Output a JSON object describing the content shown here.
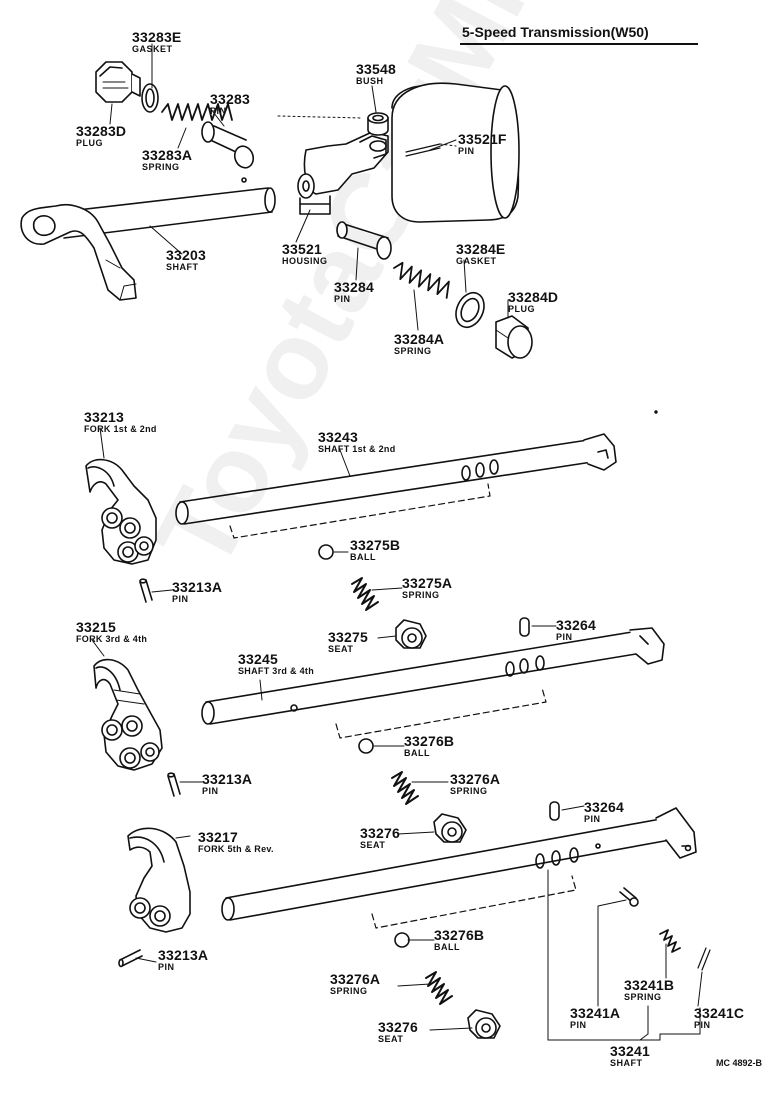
{
  "title": "5-Speed Transmission(W50)",
  "watermark": "ToyotaCarMine.ru",
  "footer_code": "MC 4892-B",
  "parts": [
    {
      "id": "p33283E",
      "number": "33283E",
      "name": "GASKET"
    },
    {
      "id": "p33283",
      "number": "33283",
      "name": "PIN"
    },
    {
      "id": "p33283D",
      "number": "33283D",
      "name": "PLUG"
    },
    {
      "id": "p33283A",
      "number": "33283A",
      "name": "SPRING"
    },
    {
      "id": "p33548",
      "number": "33548",
      "name": "BUSH"
    },
    {
      "id": "p33521F",
      "number": "33521F",
      "name": "PIN"
    },
    {
      "id": "p33203",
      "number": "33203",
      "name": "SHAFT"
    },
    {
      "id": "p33521",
      "number": "33521",
      "name": "HOUSING"
    },
    {
      "id": "p33284E",
      "number": "33284E",
      "name": "GASKET"
    },
    {
      "id": "p33284",
      "number": "33284",
      "name": "PIN"
    },
    {
      "id": "p33284D",
      "number": "33284D",
      "name": "PLUG"
    },
    {
      "id": "p33284A",
      "number": "33284A",
      "name": "SPRING"
    },
    {
      "id": "p33213",
      "number": "33213",
      "name": "FORK 1st & 2nd"
    },
    {
      "id": "p33243",
      "number": "33243",
      "name": "SHAFT  1st & 2nd"
    },
    {
      "id": "p33275B",
      "number": "33275B",
      "name": "BALL"
    },
    {
      "id": "p33213A_1",
      "number": "33213A",
      "name": "PIN"
    },
    {
      "id": "p33275A",
      "number": "33275A",
      "name": "SPRING"
    },
    {
      "id": "p33215",
      "number": "33215",
      "name": "FORK 3rd & 4th"
    },
    {
      "id": "p33275",
      "number": "33275",
      "name": "SEAT"
    },
    {
      "id": "p33264_1",
      "number": "33264",
      "name": "PIN"
    },
    {
      "id": "p33245",
      "number": "33245",
      "name": "SHAFT  3rd & 4th"
    },
    {
      "id": "p33276B_1",
      "number": "33276B",
      "name": "BALL"
    },
    {
      "id": "p33213A_2",
      "number": "33213A",
      "name": "PIN"
    },
    {
      "id": "p33276A_1",
      "number": "33276A",
      "name": "SPRING"
    },
    {
      "id": "p33264_2",
      "number": "33264",
      "name": "PIN"
    },
    {
      "id": "p33217",
      "number": "33217",
      "name": "FORK 5th & Rev."
    },
    {
      "id": "p33276_1",
      "number": "33276",
      "name": "SEAT"
    },
    {
      "id": "p33276B_2",
      "number": "33276B",
      "name": "BALL"
    },
    {
      "id": "p33213A_3",
      "number": "33213A",
      "name": "PIN"
    },
    {
      "id": "p33241B",
      "number": "33241B",
      "name": "SPRING"
    },
    {
      "id": "p33276A_2",
      "number": "33276A",
      "name": "SPRING"
    },
    {
      "id": "p33241A",
      "number": "33241A",
      "name": "PIN"
    },
    {
      "id": "p33241C",
      "number": "33241C",
      "name": "PIN"
    },
    {
      "id": "p33276_2",
      "number": "33276",
      "name": "SEAT"
    },
    {
      "id": "p33241",
      "number": "33241",
      "name": "SHAFT"
    }
  ]
}
